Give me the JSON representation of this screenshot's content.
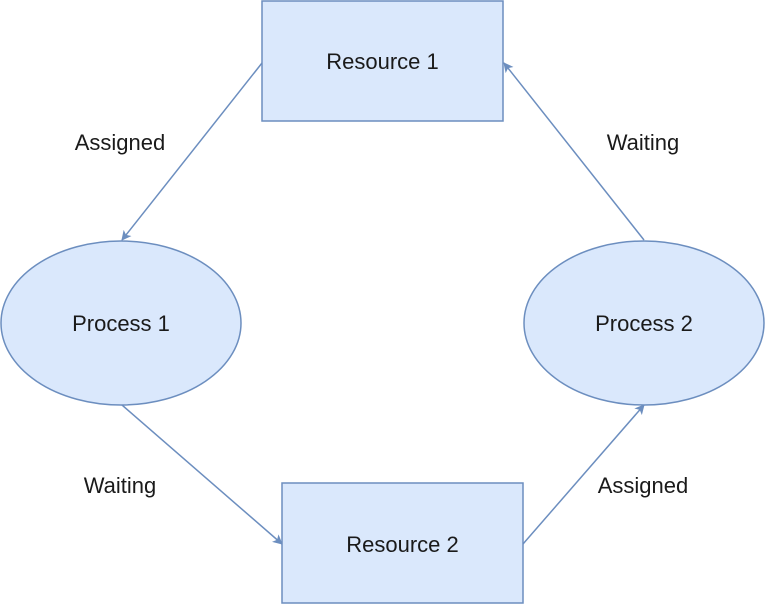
{
  "colors": {
    "node_fill": "#dae8fc",
    "node_stroke": "#6c8ebf",
    "edge_stroke": "#6c8ebf",
    "text": "#1a1a1a",
    "background": "#ffffff"
  },
  "nodes": {
    "resource_1": {
      "label": "Resource 1",
      "shape": "rectangle"
    },
    "resource_2": {
      "label": "Resource 2",
      "shape": "rectangle"
    },
    "process_1": {
      "label": "Process 1",
      "shape": "ellipse"
    },
    "process_2": {
      "label": "Process 2",
      "shape": "ellipse"
    }
  },
  "edges": [
    {
      "from": "resource_1",
      "to": "process_1",
      "label": "Assigned"
    },
    {
      "from": "process_1",
      "to": "resource_2",
      "label": "Waiting"
    },
    {
      "from": "resource_2",
      "to": "process_2",
      "label": "Assigned"
    },
    {
      "from": "process_2",
      "to": "resource_1",
      "label": "Waiting"
    }
  ]
}
